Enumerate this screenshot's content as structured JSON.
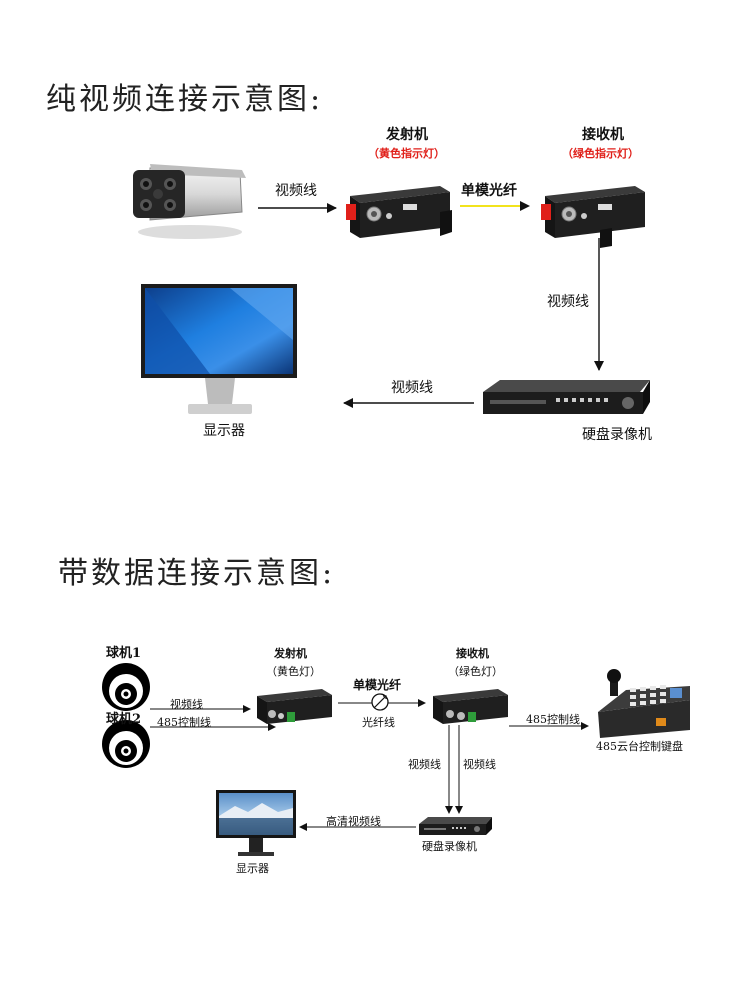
{
  "section1": {
    "title": "纯视频连接示意图:",
    "transmitter": {
      "name": "发射机",
      "note": "（黄色指示灯）"
    },
    "receiver": {
      "name": "接收机",
      "note": "（绿色指示灯）"
    },
    "link_camera_tx": "视频线",
    "link_tx_rx": "单模光纤",
    "link_rx_dvr": "视频线",
    "link_dvr_monitor": "视频线",
    "dvr_label": "硬盘录像机",
    "monitor_label": "显示器",
    "colors": {
      "fiber": "#f2e31c",
      "indicator_red": "#e0201a",
      "screen": "#1a6ec9"
    }
  },
  "section2": {
    "title": "带数据连接示意图:",
    "camera1": "球机1",
    "camera2": "球机2",
    "link_cam_video": "视频线",
    "link_cam_485": "485控制线",
    "transmitter": {
      "name": "发射机",
      "note": "（黄色灯）"
    },
    "receiver": {
      "name": "接收机",
      "note": "（绿色灯）"
    },
    "fiber_label": "单模光纤",
    "fiber_sub": "光纤线",
    "link_rx_keyboard": "485控制线",
    "keyboard_label": "485云台控制键盘",
    "link_rx_dvr_1": "视频线",
    "link_rx_dvr_2": "视频线",
    "link_dvr_monitor": "高清视频线",
    "dvr_label": "硬盘录像机",
    "monitor_label": "显示器"
  }
}
